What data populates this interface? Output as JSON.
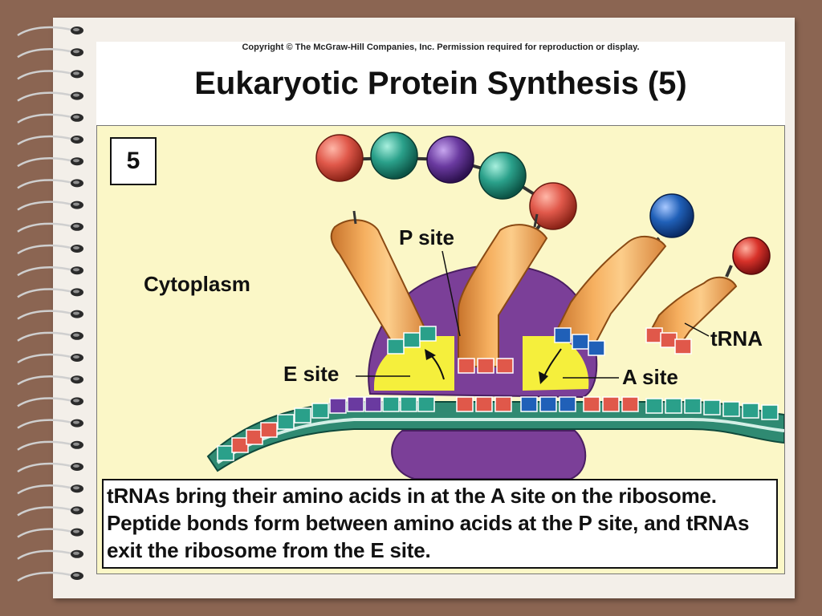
{
  "header": {
    "copyright": "Copyright © The McGraw-Hill Companies, Inc. Permission required for reproduction or display.",
    "title": "Eukaryotic Protein Synthesis (5)"
  },
  "diagram": {
    "step_number": "5",
    "labels": {
      "cytoplasm": "Cytoplasm",
      "p_site": "P site",
      "e_site": "E site",
      "a_site": "A site",
      "trna": "tRNA"
    },
    "caption": "tRNAs bring their amino acids in at the A site on the ribosome. Peptide bonds form between amino acids at the P site, and tRNAs exit the ribosome from the E site.",
    "colors": {
      "background": "#fbf7c7",
      "ribosome": "#7b3f98",
      "sites": "#f5ef3c",
      "trna": "#f0a04b",
      "mrna": "#2f8a72",
      "amino_red": "#e0584a",
      "amino_teal": "#2aa08a",
      "amino_purple": "#6a3aa0",
      "amino_blue": "#2060b8"
    }
  }
}
